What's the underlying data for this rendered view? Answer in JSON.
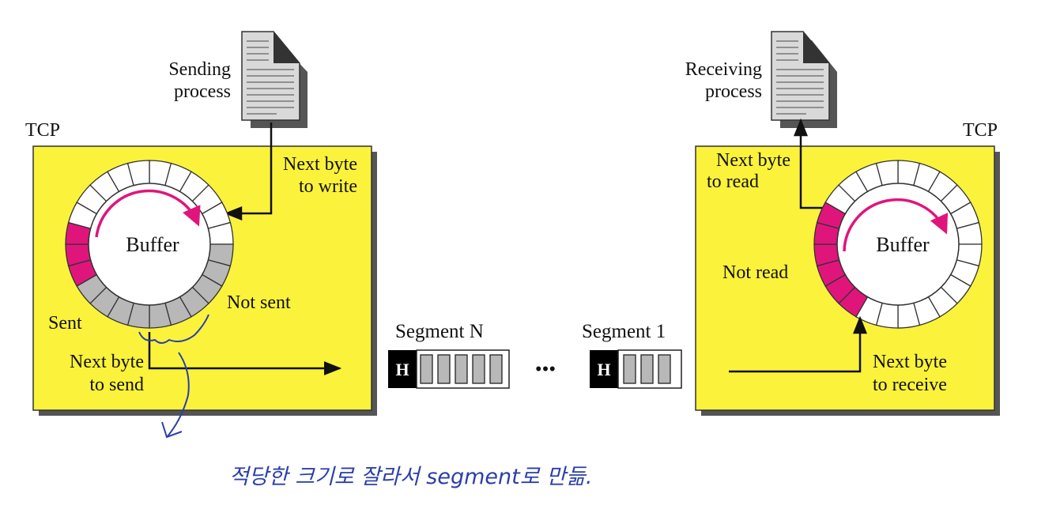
{
  "sender": {
    "process_label": [
      "Sending",
      "process"
    ],
    "tcp_label": "TCP",
    "buffer_label": "Buffer",
    "next_write_label": [
      "Next byte",
      "to write"
    ],
    "not_sent_label": "Not sent",
    "sent_label": "Sent",
    "next_send_label": [
      "Next byte",
      "to send"
    ]
  },
  "receiver": {
    "process_label": [
      "Receiving",
      "process"
    ],
    "tcp_label": "TCP",
    "buffer_label": "Buffer",
    "next_read_label": [
      "Next byte",
      "to read"
    ],
    "not_read_label": "Not read",
    "next_receive_label": [
      "Next byte",
      "to receive"
    ]
  },
  "segments": {
    "segment_n_label": "Segment N",
    "segment_1_label": "Segment 1",
    "header_label": "H",
    "ellipsis": "•••"
  },
  "annotation": {
    "handwritten_note": "적당한 크기로 잘라서 segment로 만듦."
  },
  "colors": {
    "tcp_box": "#fbf23c",
    "sent_bytes": "#e0157c",
    "unsent_bytes": "#b8b8b8",
    "arrow": "#e0157c",
    "header": "#000000",
    "handwriting": "#2b3fa8"
  }
}
